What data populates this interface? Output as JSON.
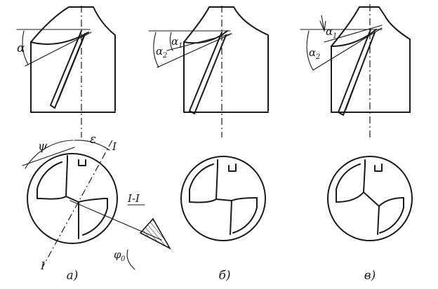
{
  "labels": {
    "alpha": "α",
    "alpha1": "α",
    "alpha1_sub": "1",
    "alpha2": "α",
    "alpha2_sub": "2",
    "psi": "ψ",
    "epsilon": "ε",
    "section_top": "I",
    "section_bottom": "I",
    "section_name": "I-I",
    "phi0": "φ",
    "phi0_sub": "0"
  },
  "captions": {
    "a": "а)",
    "b": "б)",
    "c": "в)"
  },
  "colors": {
    "ink": "#1a1a1a",
    "paper": "#ffffff"
  }
}
